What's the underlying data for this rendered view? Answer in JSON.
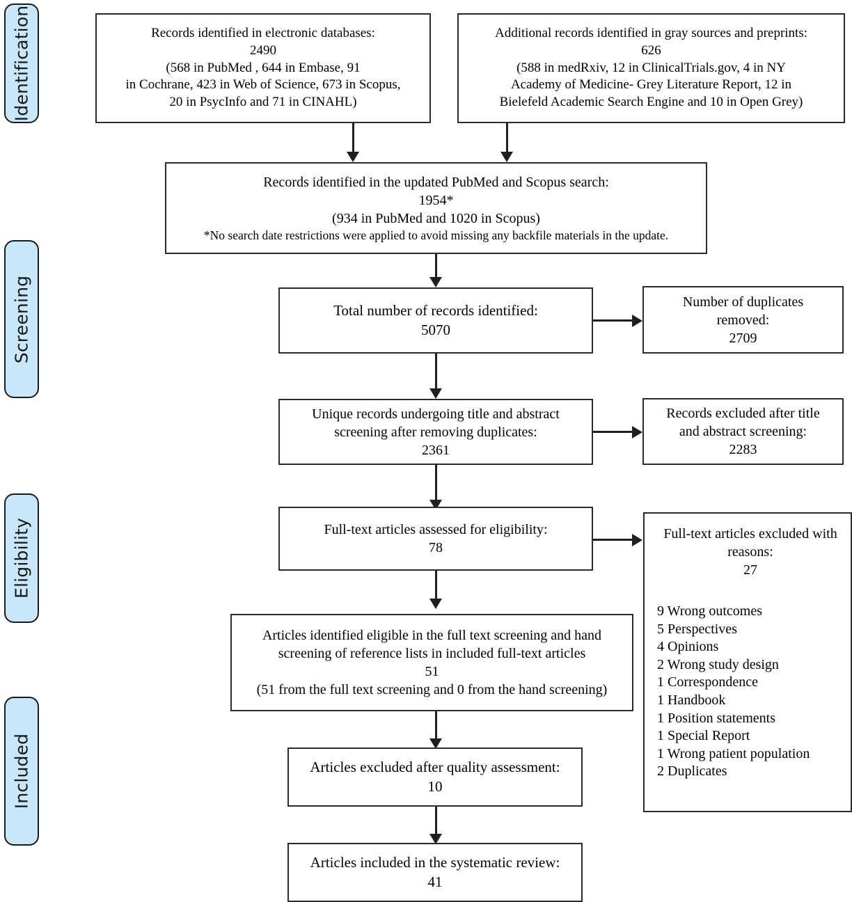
{
  "diagram": {
    "title": "PRISMA study selection flow diagram",
    "accent_color": "#c9e7f8",
    "border_color": "#2b2b2b",
    "stages": [
      {
        "id": "identification",
        "label": "Identification"
      },
      {
        "id": "screening",
        "label": "Screening"
      },
      {
        "id": "eligibility",
        "label": "Eligibility"
      },
      {
        "id": "included",
        "label": "Included"
      }
    ],
    "boxes": {
      "electronic_databases": "Records identified in electronic databases:\n2490\n(568 in PubMed , 644 in Embase, 91\nin Cochrane, 423 in Web of Science, 673 in Scopus,\n20 in PsycInfo and 71 in CINAHL)",
      "gray_sources": "Additional records identified in gray sources and preprints:\n626\n(588 in medRxiv, 12 in ClinicalTrials.gov, 4 in NY\nAcademy of Medicine- Grey Literature Report, 12 in\nBielefeld Academic Search Engine and 10 in Open Grey)",
      "updated_search": "Records identified in the updated PubMed and Scopus search:\n1954*\n(934 in PubMed and 1020 in Scopus)",
      "updated_search_note": "*No search date restrictions were applied to avoid missing any backfile materials in the update.",
      "total_records": "Total number of records identified:\n5070",
      "duplicates_removed": "Number of duplicates\nremoved:\n2709",
      "unique_records": "Unique records undergoing title and abstract\nscreening after removing duplicates:\n2361",
      "excluded_title_abstract": "Records excluded after title\nand abstract screening:\n2283",
      "fulltext_assessed": "Full-text articles assessed for eligibility:\n78",
      "eligible_articles": "Articles identified eligible in the full text screening and hand\nscreening of reference lists in included full-text articles\n51\n(51 from the full text screening and 0 from the hand screening)",
      "excluded_quality": "Articles excluded after quality assessment:\n10",
      "included_review": "Articles included in the systematic review:\n41"
    },
    "exclusion_reasons": {
      "heading": "Full-text articles excluded with\nreasons:\n27",
      "total": 27,
      "items": [
        "9 Wrong outcomes",
        "5 Perspectives",
        "4 Opinions",
        "2 Wrong study design",
        "1 Correspondence",
        "1 Handbook",
        "1 Position statements",
        "1 Special Report",
        "1 Wrong patient population",
        "2 Duplicates"
      ]
    }
  },
  "chart_data": {
    "type": "diagram",
    "title": "PRISMA flow of study identification, screening, eligibility and inclusion",
    "nodes": [
      {
        "id": "electronic_databases",
        "stage": "Identification",
        "count": 2490,
        "breakdown": {
          "PubMed": 568,
          "Embase": 644,
          "Cochrane": 91,
          "Web of Science": 423,
          "Scopus": 673,
          "PsycInfo": 20,
          "CINAHL": 71
        }
      },
      {
        "id": "gray_sources",
        "stage": "Identification",
        "count": 626,
        "breakdown": {
          "medRxiv": 588,
          "ClinicalTrials.gov": 12,
          "NY Academy of Medicine- Grey Literature Report": 4,
          "Bielefeld Academic Search Engine": 12,
          "Open Grey": 10
        }
      },
      {
        "id": "updated_search",
        "stage": "Identification",
        "count": 1954,
        "breakdown": {
          "PubMed": 934,
          "Scopus": 1020
        }
      },
      {
        "id": "total_records",
        "stage": "Screening",
        "count": 5070
      },
      {
        "id": "duplicates_removed",
        "stage": "Screening",
        "count": 2709
      },
      {
        "id": "unique_records",
        "stage": "Screening",
        "count": 2361
      },
      {
        "id": "excluded_title_abstract",
        "stage": "Screening",
        "count": 2283
      },
      {
        "id": "fulltext_assessed",
        "stage": "Eligibility",
        "count": 78
      },
      {
        "id": "fulltext_excluded",
        "stage": "Eligibility",
        "count": 27
      },
      {
        "id": "eligible_articles",
        "stage": "Eligibility",
        "count": 51,
        "breakdown": {
          "full text screening": 51,
          "hand screening": 0
        }
      },
      {
        "id": "excluded_quality",
        "stage": "Included",
        "count": 10
      },
      {
        "id": "included_review",
        "stage": "Included",
        "count": 41
      }
    ],
    "edges": [
      {
        "from": "electronic_databases",
        "to": "updated_search"
      },
      {
        "from": "gray_sources",
        "to": "updated_search"
      },
      {
        "from": "updated_search",
        "to": "total_records"
      },
      {
        "from": "total_records",
        "to": "duplicates_removed"
      },
      {
        "from": "total_records",
        "to": "unique_records"
      },
      {
        "from": "unique_records",
        "to": "excluded_title_abstract"
      },
      {
        "from": "unique_records",
        "to": "fulltext_assessed"
      },
      {
        "from": "fulltext_assessed",
        "to": "fulltext_excluded"
      },
      {
        "from": "fulltext_assessed",
        "to": "eligible_articles"
      },
      {
        "from": "eligible_articles",
        "to": "excluded_quality"
      },
      {
        "from": "excluded_quality",
        "to": "included_review"
      }
    ]
  }
}
